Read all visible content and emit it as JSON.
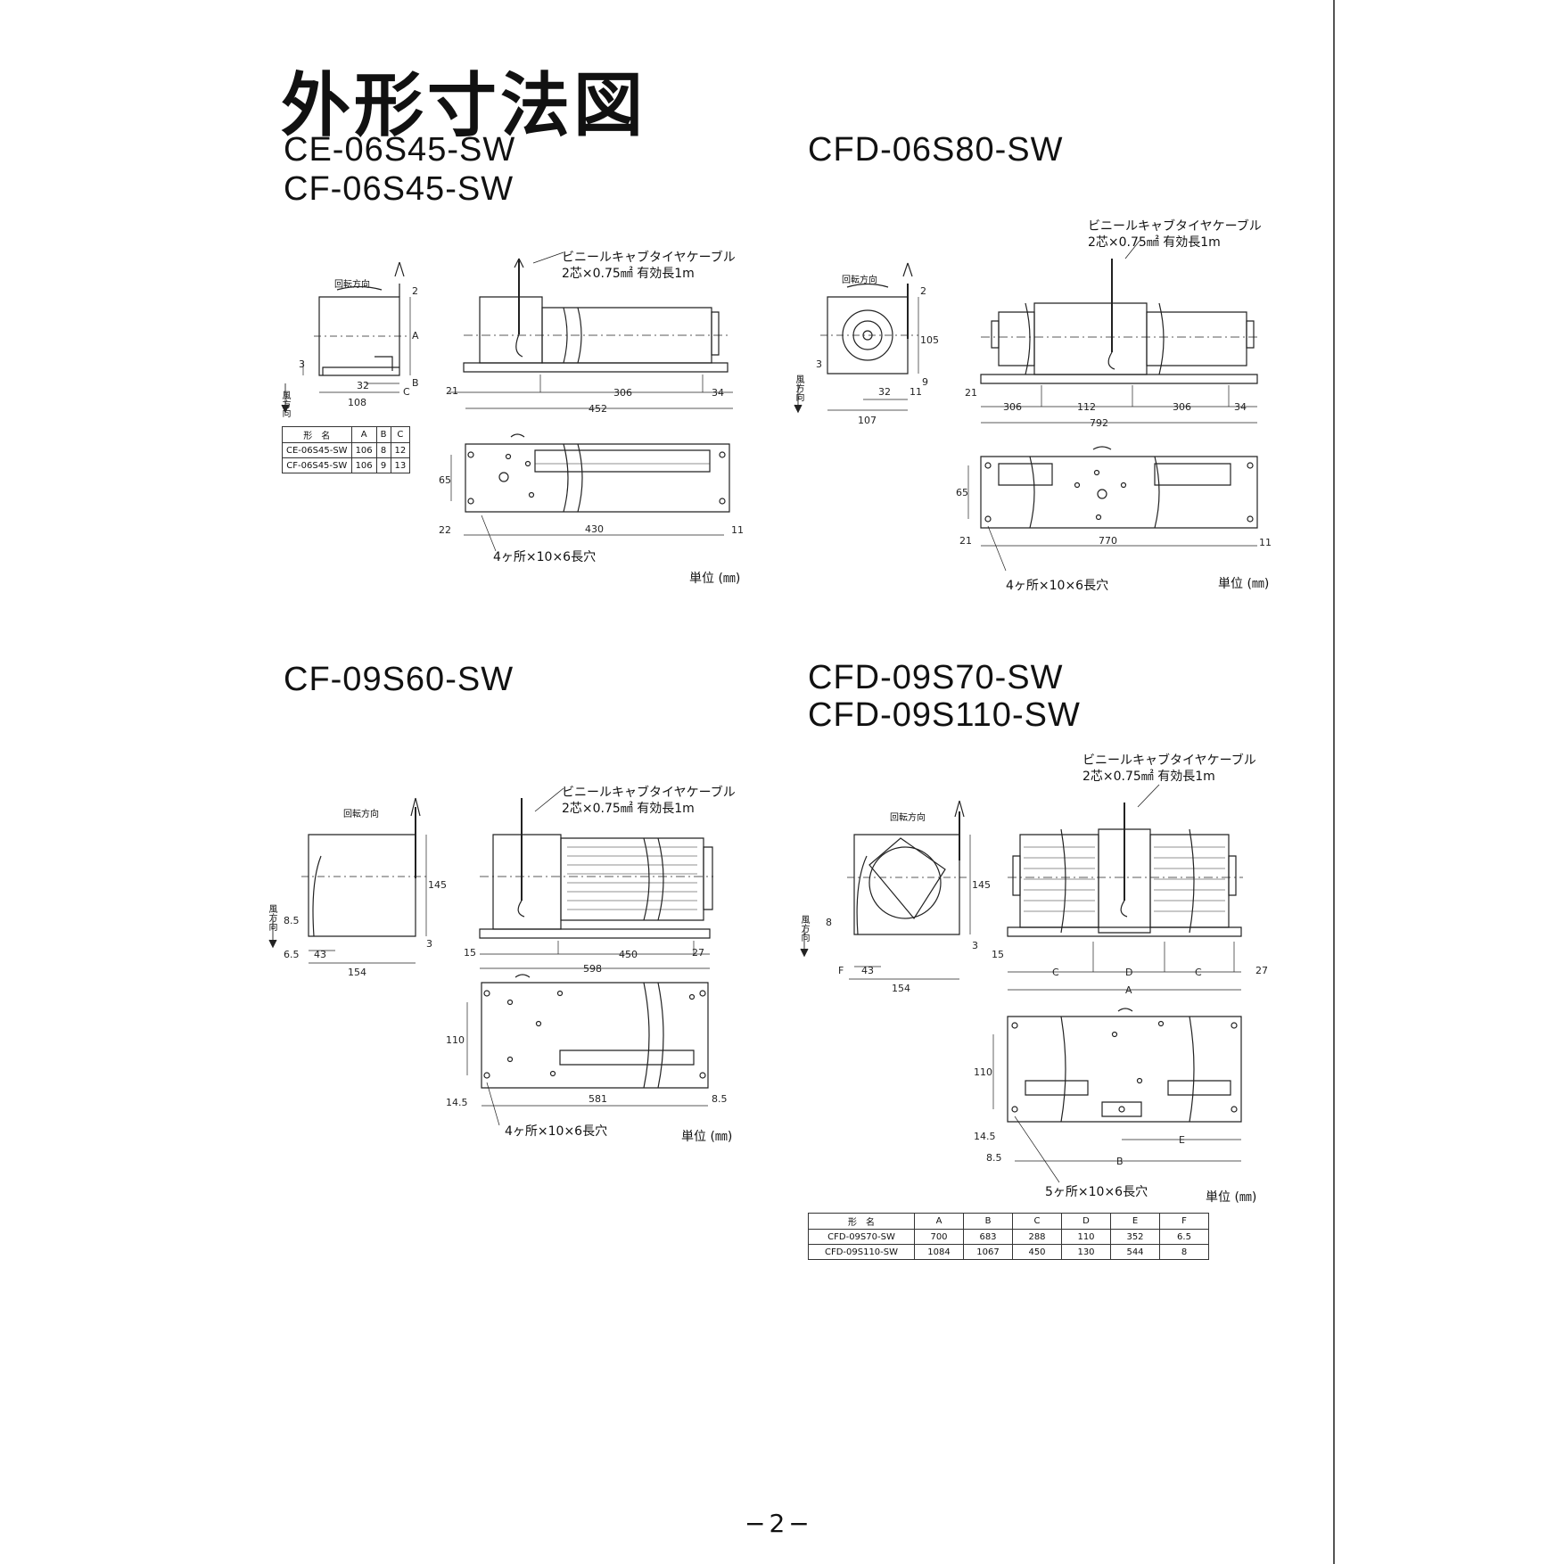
{
  "page": {
    "title": "外形寸法図",
    "page_number": "−2−"
  },
  "cable_note": {
    "line1": "ビニールキャブタイヤケーブル",
    "line2": "2芯×0.75㎟ 有効長1m"
  },
  "labels": {
    "rotation": "回転方向",
    "airflow": "風方向",
    "unit": "単位 (㎜)"
  },
  "sections": [
    {
      "models": [
        "CE-06S45-SW",
        "CF-06S45-SW"
      ],
      "slot_note": "4ヶ所×10×6長穴",
      "dims": {
        "side_width": "108",
        "side_inner": "32",
        "side_a": "A",
        "side_b": "B",
        "side_c": "C",
        "side_top": "2",
        "side_bottom": "3",
        "front_left": "21",
        "front_body": "306",
        "front_right": "34",
        "front_total": "452",
        "top_height": "65",
        "top_len": "430",
        "top_left": "22",
        "top_right": "11"
      },
      "table": {
        "headers": [
          "形　名",
          "A",
          "B",
          "C"
        ],
        "rows": [
          [
            "CE-06S45-SW",
            "106",
            "8",
            "12"
          ],
          [
            "CF-06S45-SW",
            "106",
            "9",
            "13"
          ]
        ]
      }
    },
    {
      "models": [
        "CFD-06S80-SW"
      ],
      "slot_note": "4ヶ所×10×6長穴",
      "dims": {
        "side_width": "107",
        "side_inner": "32",
        "side_right": "11",
        "side_height": "105",
        "side_top": "2",
        "side_bottom": "3",
        "side_b": "9",
        "front_left": "21",
        "front_body1": "306",
        "front_mid": "112",
        "front_body2": "306",
        "front_right": "34",
        "front_total": "792",
        "top_height": "65",
        "top_len": "770",
        "top_left": "21",
        "top_right": "11"
      }
    },
    {
      "models": [
        "CF-09S60-SW"
      ],
      "slot_note": "4ヶ所×10×6長穴",
      "dims": {
        "side_width": "154",
        "side_inner": "43",
        "side_left": "6.5",
        "side_height": "145",
        "side_8_5": "8.5",
        "side_bottom": "3",
        "front_left": "15",
        "front_body": "450",
        "front_right": "27",
        "front_total": "598",
        "top_height": "110",
        "top_len": "581",
        "top_left": "14.5",
        "top_right": "8.5"
      }
    },
    {
      "models": [
        "CFD-09S70-SW",
        "CFD-09S110-SW"
      ],
      "slot_note": "5ヶ所×10×6長穴",
      "dims": {
        "side_width": "154",
        "side_inner": "43",
        "side_f": "F",
        "side_height": "145",
        "side_8": "8",
        "side_bottom": "3",
        "front_left": "15",
        "front_c1": "C",
        "front_d": "D",
        "front_c2": "C",
        "front_right": "27",
        "front_total": "A",
        "top_height": "110",
        "top_left": "14.5",
        "top_b_left": "8.5",
        "top_e": "E",
        "top_b": "B"
      },
      "table": {
        "headers": [
          "形　名",
          "A",
          "B",
          "C",
          "D",
          "E",
          "F"
        ],
        "rows": [
          [
            "CFD-09S70-SW",
            "700",
            "683",
            "288",
            "110",
            "352",
            "6.5"
          ],
          [
            "CFD-09S110-SW",
            "1084",
            "1067",
            "450",
            "130",
            "544",
            "8"
          ]
        ]
      }
    }
  ]
}
